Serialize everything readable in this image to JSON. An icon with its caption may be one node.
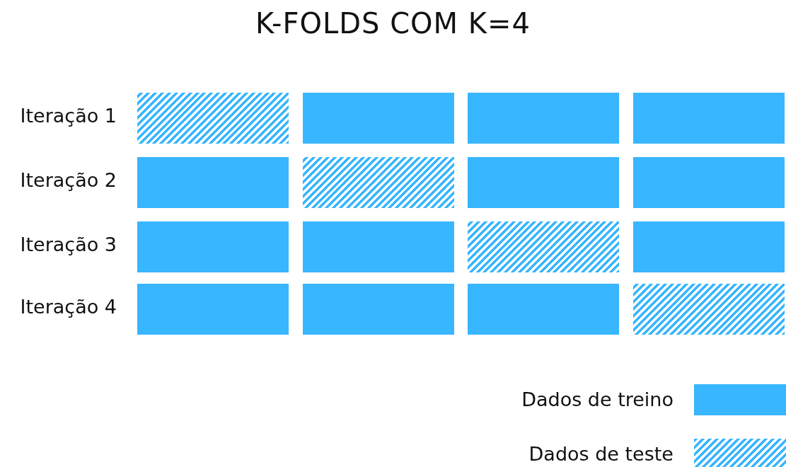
{
  "diagram": {
    "title": "K-FOLDS COM K=4",
    "nodes": [
      {
        "text": [],
        "shape": "box"
      },
      {
        "text": [],
        "shape": "box"
      },
      {
        "text": [],
        "shape": "box"
      },
      {
        "text": [],
        "shape": "box"
      },
      {
        "text": [],
        "shape": "box"
      },
      {
        "text": [],
        "shape": "box"
      },
      {
        "text": [],
        "shape": "box"
      },
      {
        "text": [],
        "shape": "box"
      },
      {
        "text": [],
        "shape": "box"
      },
      {
        "text": [],
        "shape": "box"
      },
      {
        "text": [],
        "shape": "box"
      },
      {
        "text": [],
        "shape": "box"
      },
      {
        "text": [],
        "shape": "box"
      },
      {
        "text": [],
        "shape": "box"
      },
      {
        "text": [],
        "shape": "box"
      },
      {
        "text": [],
        "shape": "box"
      }
    ],
    "labels": [
      "Iteração 1",
      "Iteração 2",
      "Iteração 3",
      "Iteração 4"
    ],
    "legend": [
      {
        "text": "Dados de treino",
        "color": "#38b6ff"
      },
      {
        "text": "Dados de teste"
      }
    ]
  }
}
